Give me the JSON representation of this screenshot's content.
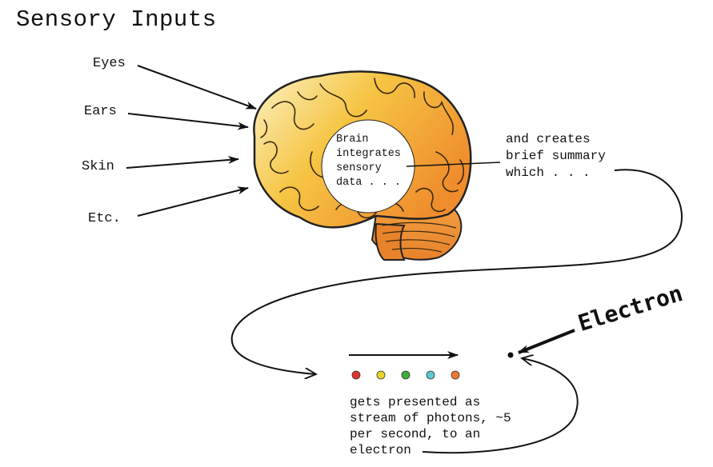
{
  "title": "Sensory Inputs",
  "inputs": [
    {
      "label": "Eyes"
    },
    {
      "label": "Ears"
    },
    {
      "label": "Skin"
    },
    {
      "label": "Etc."
    }
  ],
  "brain_text": "Brain\nintegrates\nsensory\ndata . . .",
  "summary_text": "and creates\nbrief summary\nwhich . . .",
  "electron_label": "Electron",
  "photons_text": "gets presented as\nstream of photons, ~5\nper second, to an\nelectron",
  "photon_colors": [
    "#e0342c",
    "#e8d52a",
    "#3fae3a",
    "#5ec7cf",
    "#ec7a2c"
  ],
  "brain_colors": {
    "light": "#fbf3c8",
    "mid": "#f6c544",
    "dark": "#ef8c2c"
  }
}
